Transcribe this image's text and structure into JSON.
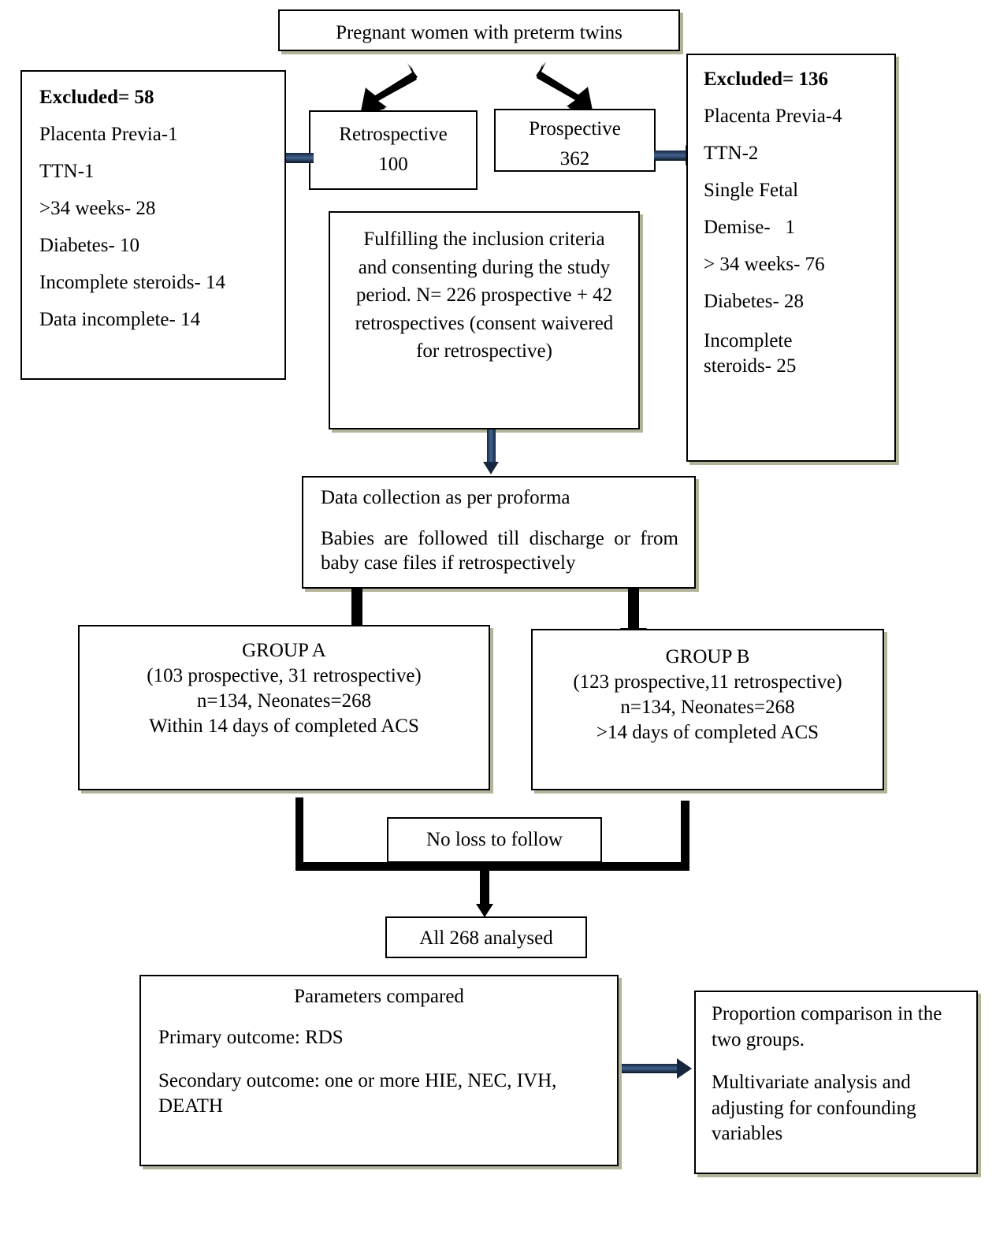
{
  "diagram": {
    "title": "Study flow diagram of pregnant women with preterm twins",
    "nodes": {
      "top": "Pregnant women with preterm twins",
      "retrospective": "Retrospective\n100",
      "prospective": "Prospective\n362",
      "excluded_left": {
        "heading": "Excluded= 58",
        "items": [
          "Placenta Previa-1",
          "TTN-1",
          ">34 weeks- 28",
          "Diabetes- 10",
          "Incomplete steroids- 14",
          "Data incomplete- 14"
        ]
      },
      "excluded_right": {
        "heading": "Excluded= 136",
        "items": [
          "Placenta Previa-4",
          "TTN-2",
          "Single Fetal",
          "Demise-   1",
          "> 34 weeks- 76",
          "Diabetes- 28",
          "Incomplete\nsteroids- 25"
        ]
      },
      "inclusion": "Fulfilling the inclusion criteria and consenting during the study period. N= 226 prospective + 42 retrospectives (consent waivered for retrospective)",
      "data_collection_line1": "Data collection as per proforma",
      "data_collection_line2": "Babies are followed till discharge or from baby case files if retrospectively",
      "group_a": "GROUP A\n(103 prospective, 31 retrospective)\nn=134, Neonates=268\nWithin 14 days of completed ACS",
      "group_b": "GROUP B\n(123 prospective,11 retrospective)\nn=134, Neonates=268\n>14 days of completed ACS",
      "no_loss": "No loss to follow",
      "all_analysed": "All 268 analysed",
      "parameters": {
        "heading": "Parameters compared",
        "primary": "Primary outcome: RDS",
        "secondary": "Secondary outcome: one or more HIE, NEC, IVH, DEATH"
      },
      "analysis": {
        "line1": "Proportion comparison in the two groups.",
        "line2": "Multivariate analysis and adjusting for confounding variables"
      }
    },
    "colors": {
      "box_border": "#000000",
      "box_fill": "#ffffff",
      "text": "#000000",
      "shadow": "#b3b39a",
      "arrow_black": "#000000",
      "arrow_navy": "#16263f",
      "arrow_navy_highlight": "#41638f"
    }
  }
}
